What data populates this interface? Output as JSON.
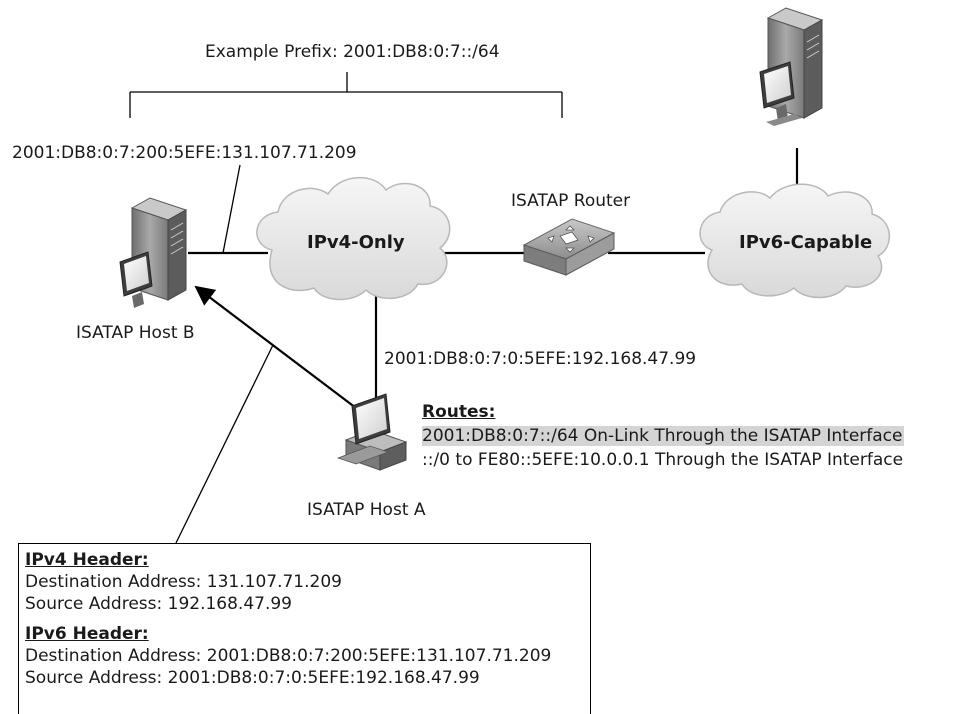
{
  "prefix_label": "Example Prefix: 2001:DB8:0:7::/64",
  "host_b": {
    "address": "2001:DB8:0:7:200:5EFE:131.107.71.209",
    "label": "ISATAP Host B"
  },
  "host_a": {
    "address": "2001:DB8:0:7:0:5EFE:192.168.47.99",
    "label": "ISATAP Host A"
  },
  "clouds": {
    "ipv4": "IPv4-Only",
    "ipv6": "IPv6-Capable"
  },
  "router": {
    "label": "ISATAP Router"
  },
  "routes": {
    "title": "Routes:",
    "items": [
      "2001:DB8:0:7::/64 On-Link Through the ISATAP Interface",
      "::/0 to FE80::5EFE:10.0.0.1 Through the ISATAP Interface"
    ]
  },
  "packet": {
    "ipv4": {
      "title": "IPv4 Header:",
      "dest": "Destination Address: 131.107.71.209",
      "src": "Source Address: 192.168.47.99"
    },
    "ipv6": {
      "title": "IPv6 Header:",
      "dest": "Destination Address: 2001:DB8:0:7:200:5EFE:131.107.71.209",
      "src": "Source Address: 2001:DB8:0:7:0:5EFE:192.168.47.99"
    }
  },
  "colors": {
    "cloud_fill": "#e8e8e8",
    "cloud_stroke": "#b8b8b8",
    "server_body": "#8a8a8a",
    "highlight": "#d4d4d4",
    "line": "#000000"
  },
  "icons": [
    "server-icon",
    "workstation-icon",
    "router-icon",
    "cloud-icon"
  ]
}
